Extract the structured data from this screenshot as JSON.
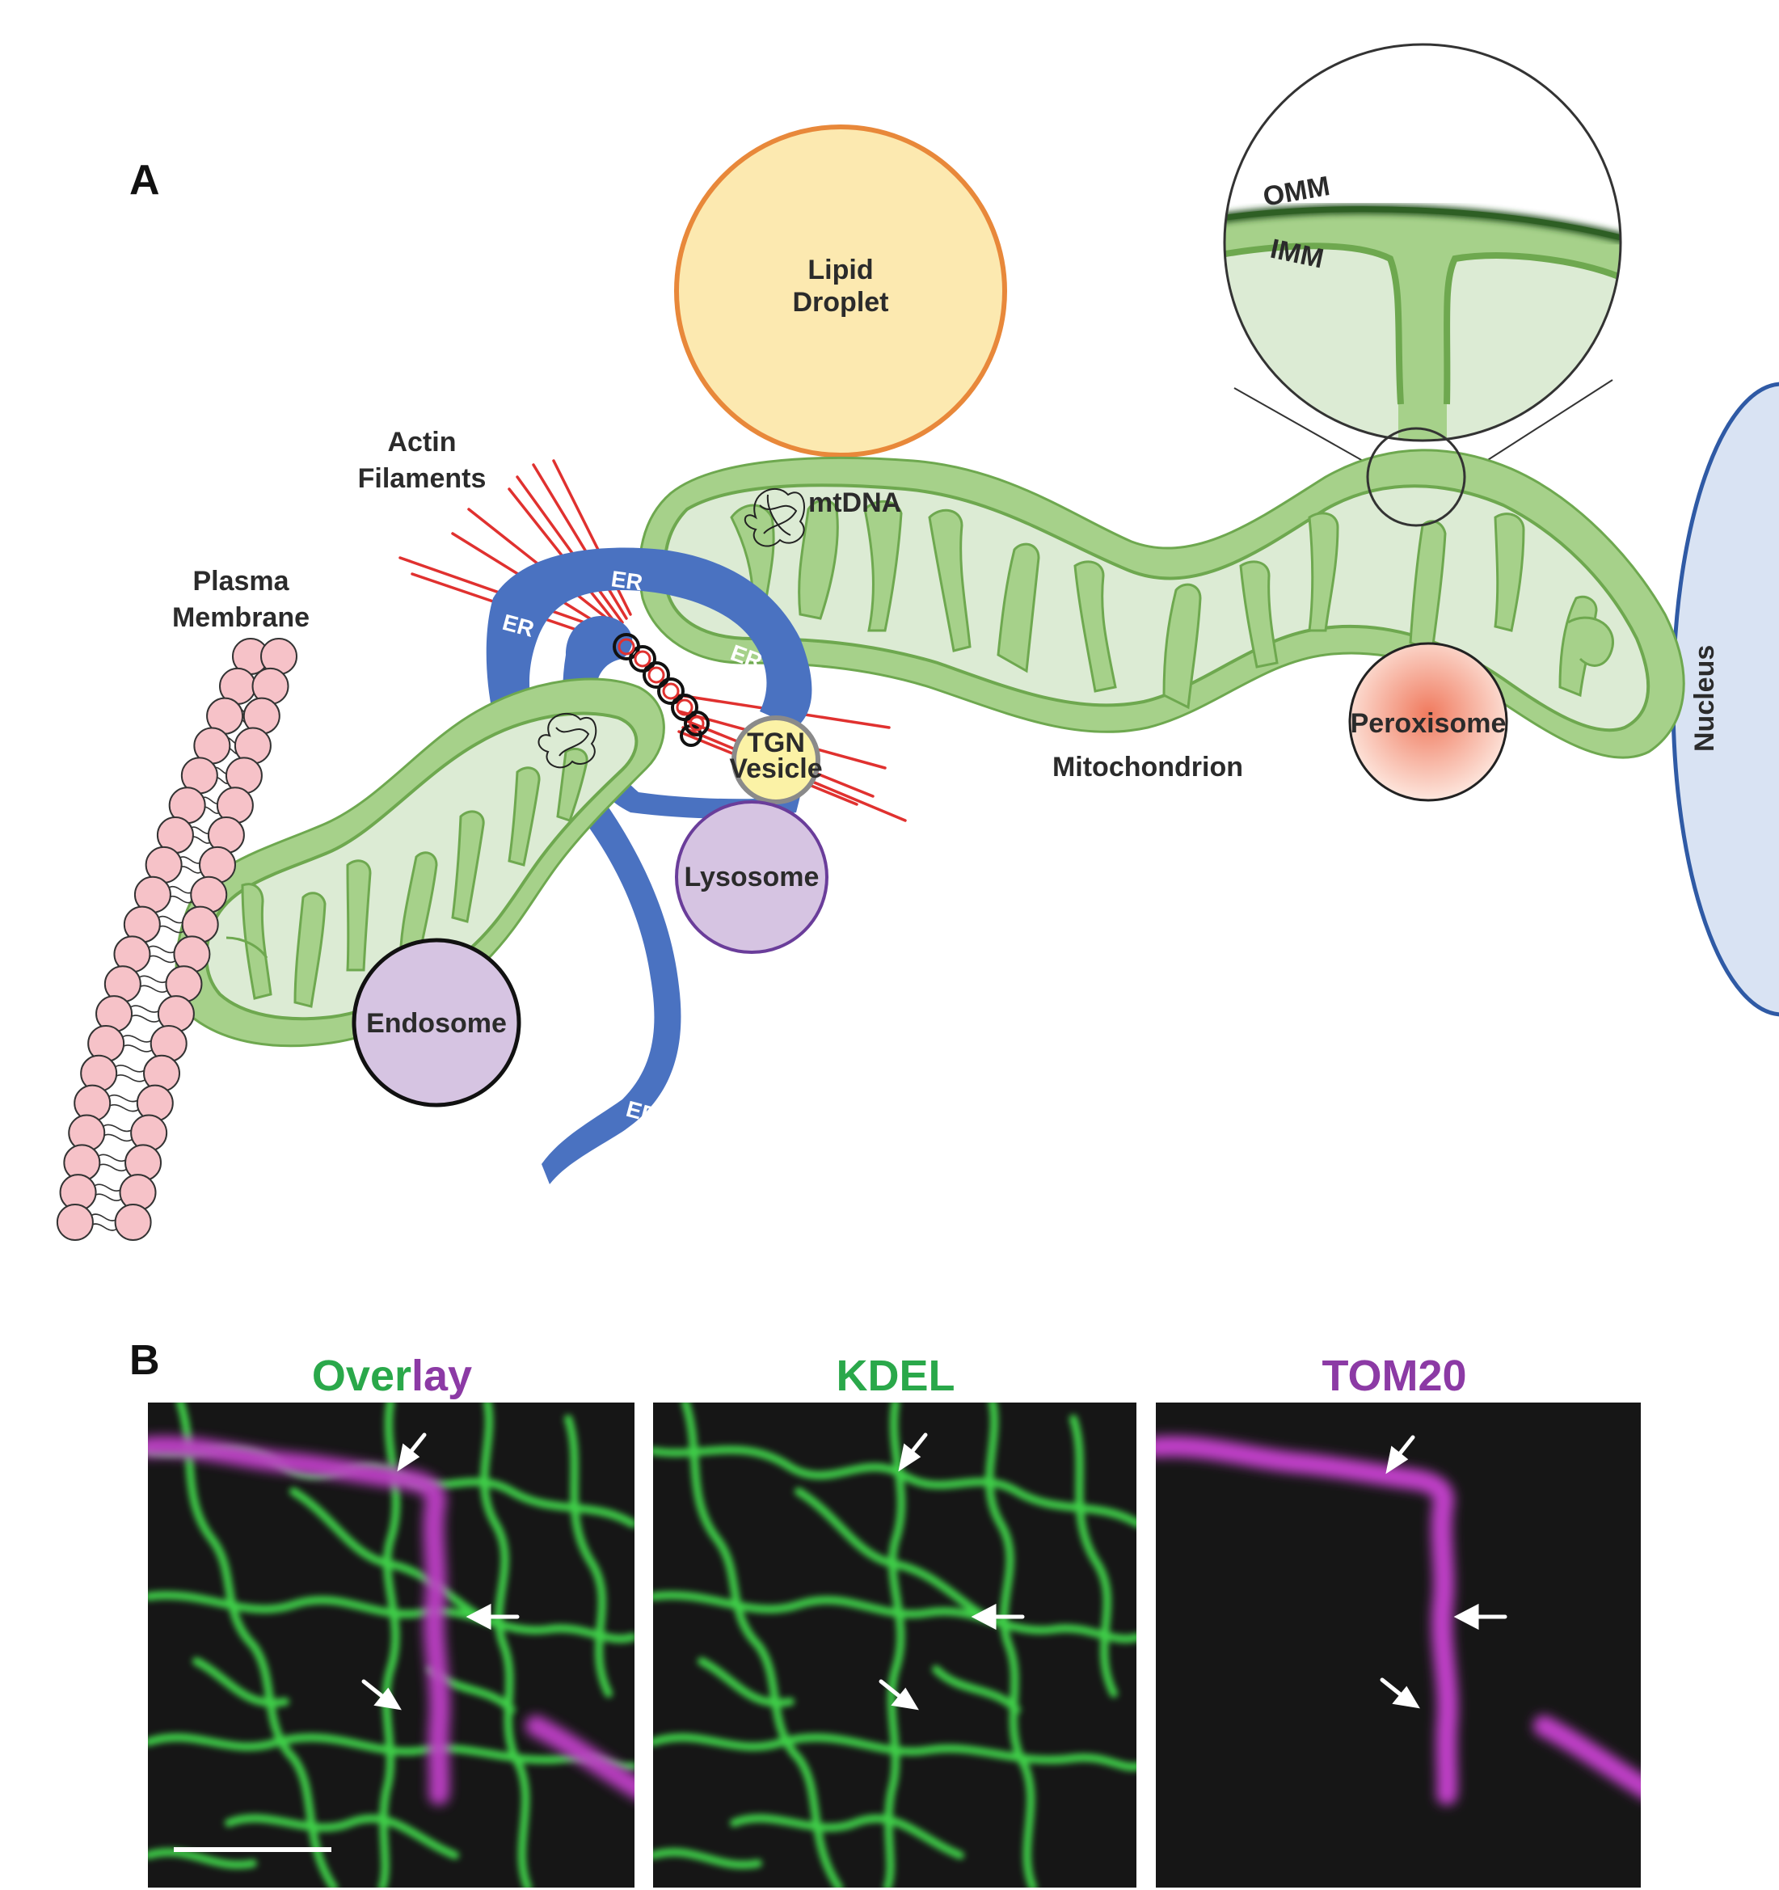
{
  "panel_a": {
    "letter": "A",
    "labels": {
      "lipid_droplet": [
        "Lipid",
        "Droplet"
      ],
      "actin_filaments": [
        "Actin",
        "Filaments"
      ],
      "plasma_membrane": [
        "Plasma",
        "Membrane"
      ],
      "mtdna": "mtDNA",
      "er": "ER",
      "tgn_vesicle": [
        "TGN",
        "Vesicle"
      ],
      "lysosome": "Lysosome",
      "endosome": "Endosome",
      "mitochondrion": "Mitochondrion",
      "peroxisome": "Peroxisome",
      "nucleus": "Nucleus",
      "omm": "OMM",
      "imm": "IMM"
    },
    "colors": {
      "mito_outer": "#a6d18a",
      "mito_inner": "#dcebd4",
      "mito_edge": "#6ea84f",
      "er": "#4a72c1",
      "lipid_fill": "#fce9b0",
      "lipid_edge": "#e8883a",
      "lysosome_fill": "#d6c4e2",
      "lysosome_edge": "#6a3d9a",
      "endosome_fill": "#d6c4e2",
      "peroxisome_fill": "#f7a58c",
      "nucleus_fill": "#d9e3f3",
      "nucleus_edge": "#2f5aa5",
      "tgn_fill": "#fbf2a6",
      "actin": "#e0312f",
      "lipid_head": "#f6c2c8"
    }
  },
  "panel_b": {
    "letter": "B",
    "titles": {
      "overlay_part1": "Over",
      "overlay_part2": "lay",
      "kdel": "KDEL",
      "tom20": "TOM20"
    },
    "colors": {
      "green": "#2aa84a",
      "magenta": "#8c3aa5",
      "er_signal": "#3fd04a",
      "mito_signal": "#c040c8",
      "background": "#161616",
      "arrow": "#ffffff"
    }
  }
}
